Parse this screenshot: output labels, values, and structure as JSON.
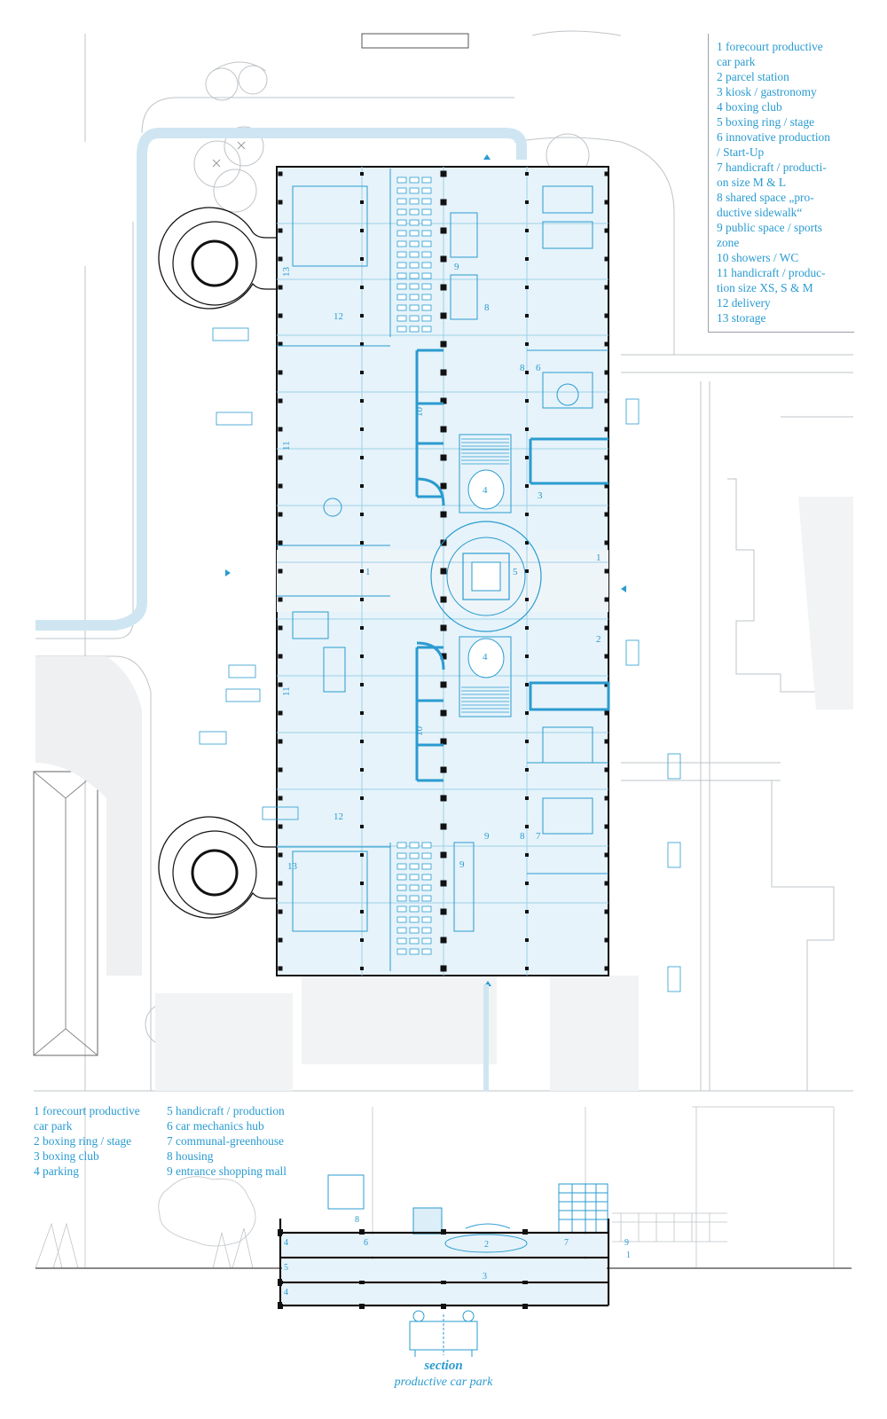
{
  "plan_legend": [
    "1 forecourt productive",
    "car park",
    "2 parcel station",
    "3 kiosk / gastronomy",
    "4 boxing club",
    "5 boxing ring / stage",
    "6 innovative production",
    "/ Start-Up",
    "7 handicraft / producti-",
    "on size M & L",
    "8 shared space „pro-",
    "ductive sidewalk“",
    "9 public space / sports",
    "zone",
    "10 showers / WC",
    "11 handicraft / produc-",
    "tion size XS, S & M",
    "12 delivery",
    "13 storage"
  ],
  "section_legend_left": [
    "1 forecourt productive",
    "car park",
    "2 boxing ring / stage",
    "3 boxing club",
    "4 parking"
  ],
  "section_legend_right": [
    "5 handicraft / production",
    "6 car mechanics hub",
    "7 communal-greenhouse",
    "8 housing",
    "9 entrance shopping mall"
  ],
  "caption": {
    "title": "section",
    "subtitle": "productive car park"
  },
  "plan_numbers": [
    {
      "id": "1a",
      "t": "1"
    },
    {
      "id": "1b",
      "t": "1"
    },
    {
      "id": "2",
      "t": "2"
    },
    {
      "id": "3",
      "t": "3"
    },
    {
      "id": "4a",
      "t": "4"
    },
    {
      "id": "4b",
      "t": "4"
    },
    {
      "id": "5",
      "t": "5"
    },
    {
      "id": "6",
      "t": "6"
    },
    {
      "id": "7",
      "t": "7"
    },
    {
      "id": "8a",
      "t": "8"
    },
    {
      "id": "8b",
      "t": "8"
    },
    {
      "id": "8c",
      "t": "8"
    },
    {
      "id": "9a",
      "t": "9"
    },
    {
      "id": "9b",
      "t": "9"
    },
    {
      "id": "9c",
      "t": "9"
    },
    {
      "id": "10a",
      "t": "10"
    },
    {
      "id": "10b",
      "t": "10"
    },
    {
      "id": "11a",
      "t": "11"
    },
    {
      "id": "11b",
      "t": "11"
    },
    {
      "id": "12a",
      "t": "12"
    },
    {
      "id": "12b",
      "t": "12"
    },
    {
      "id": "13a",
      "t": "13"
    },
    {
      "id": "13b",
      "t": "13"
    }
  ],
  "section_numbers": [
    "1",
    "2",
    "3",
    "4",
    "4",
    "5",
    "6",
    "7",
    "8",
    "9"
  ],
  "colors": {
    "accent": "#2a9bd0",
    "fill": "#e6f3fa",
    "line": "#9aa0a6",
    "ink": "#111111"
  }
}
